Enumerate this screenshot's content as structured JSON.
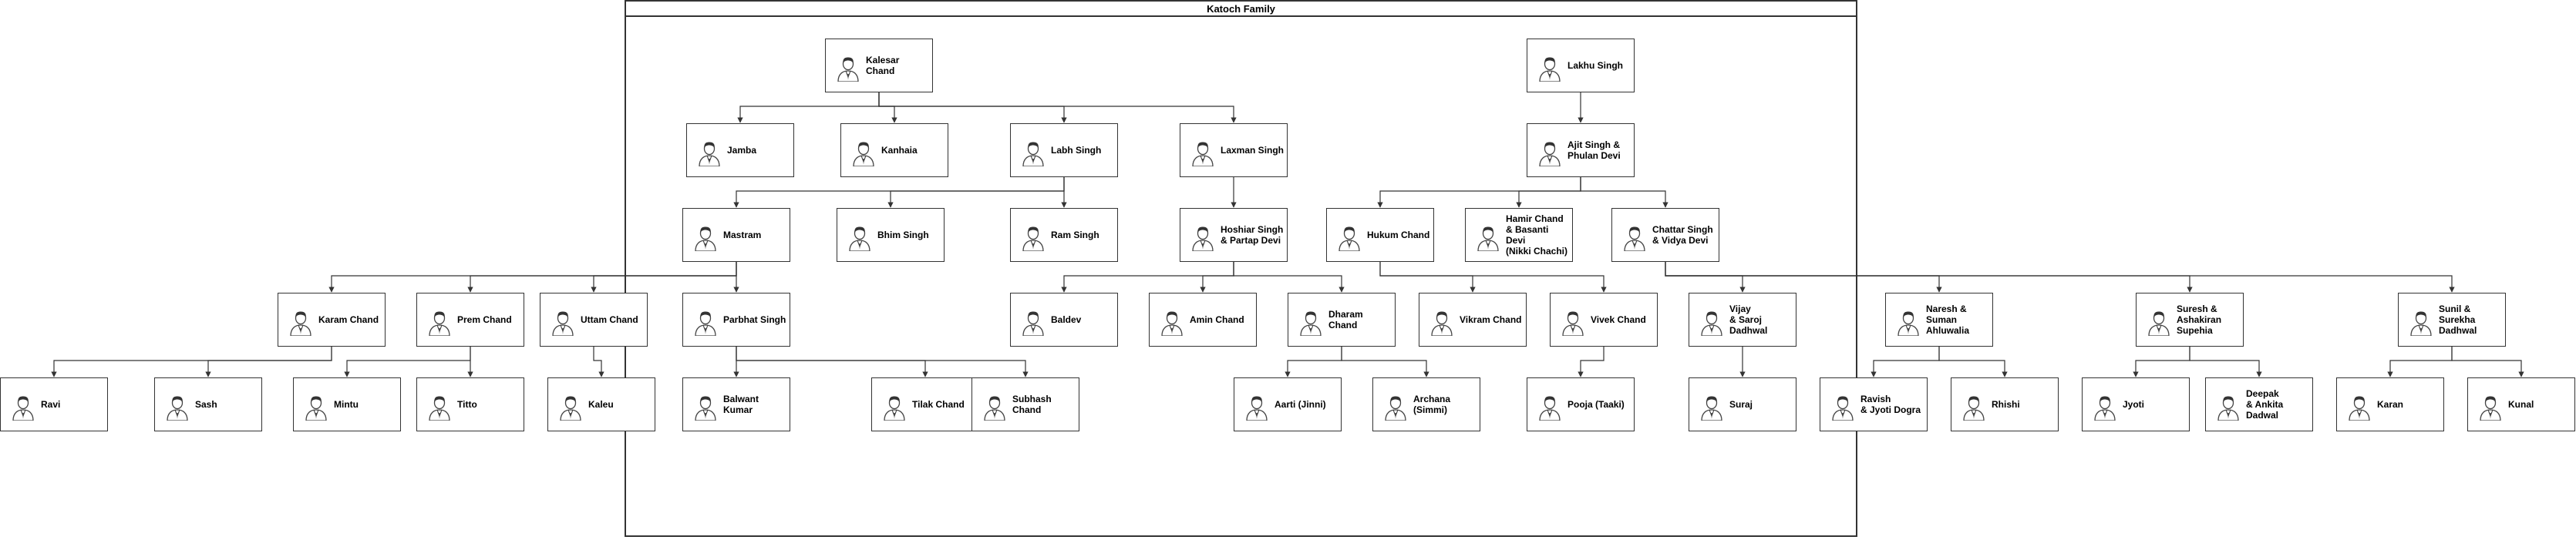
{
  "diagram": {
    "title": "Katoch Family",
    "colors": {
      "line": "#333333",
      "box_border": "#333333",
      "text": "#000000"
    },
    "avatar_icon": "person-avatar-icon",
    "people": [
      {
        "id": "kalesar",
        "name": "Kalesar Chand"
      },
      {
        "id": "lakhu",
        "name": "Lakhu Singh"
      },
      {
        "id": "jamba",
        "name": "Jamba"
      },
      {
        "id": "kanhaia",
        "name": "Kanhaia"
      },
      {
        "id": "labh",
        "name": "Labh Singh"
      },
      {
        "id": "laxman",
        "name": "Laxman Singh"
      },
      {
        "id": "ajit",
        "name": "Ajit Singh &\nPhulan Devi"
      },
      {
        "id": "mastram",
        "name": "Mastram"
      },
      {
        "id": "bhim",
        "name": "Bhim Singh"
      },
      {
        "id": "ram",
        "name": "Ram Singh"
      },
      {
        "id": "hoshiar",
        "name": "Hoshiar Singh\n& Partap Devi"
      },
      {
        "id": "hukum",
        "name": "Hukum Chand"
      },
      {
        "id": "hamir",
        "name": "Hamir Chand\n& Basanti Devi\n(Nikki Chachi)"
      },
      {
        "id": "chattar",
        "name": "Chattar Singh\n& Vidya Devi"
      },
      {
        "id": "karam",
        "name": "Karam Chand"
      },
      {
        "id": "prem",
        "name": "Prem Chand"
      },
      {
        "id": "uttam",
        "name": "Uttam Chand"
      },
      {
        "id": "parbhat",
        "name": "Parbhat Singh"
      },
      {
        "id": "baldev",
        "name": "Baldev"
      },
      {
        "id": "amin",
        "name": "Amin Chand"
      },
      {
        "id": "dharam",
        "name": "Dharam Chand"
      },
      {
        "id": "vikram",
        "name": "Vikram Chand"
      },
      {
        "id": "vivek",
        "name": "Vivek Chand"
      },
      {
        "id": "vijay",
        "name": "Vijay\n& Saroj\nDadhwal"
      },
      {
        "id": "naresh",
        "name": "Naresh &\nSuman\nAhluwalia"
      },
      {
        "id": "suresh",
        "name": "Suresh &\nAshakiran\nSupehia"
      },
      {
        "id": "sunil",
        "name": "Sunil &\nSurekha\nDadhwal"
      },
      {
        "id": "ravi",
        "name": "Ravi"
      },
      {
        "id": "sash",
        "name": "Sash"
      },
      {
        "id": "mintu",
        "name": "Mintu"
      },
      {
        "id": "titto",
        "name": "Titto"
      },
      {
        "id": "kaleu",
        "name": "Kaleu"
      },
      {
        "id": "balwant",
        "name": "Balwant\nKumar"
      },
      {
        "id": "tilak",
        "name": "Tilak Chand"
      },
      {
        "id": "subhash",
        "name": "Subhash\nChand"
      },
      {
        "id": "aarti",
        "name": "Aarti (Jinni)"
      },
      {
        "id": "archana",
        "name": "Archana\n(Simmi)"
      },
      {
        "id": "pooja",
        "name": "Pooja (Taaki)"
      },
      {
        "id": "suraj",
        "name": "Suraj"
      },
      {
        "id": "ravish",
        "name": "Ravish\n& Jyoti Dogra"
      },
      {
        "id": "rhishi",
        "name": "Rhishi"
      },
      {
        "id": "jyoti",
        "name": "Jyoti"
      },
      {
        "id": "deepak",
        "name": "Deepak\n& Ankita\nDadwal"
      },
      {
        "id": "karan",
        "name": "Karan"
      },
      {
        "id": "kunal",
        "name": "Kunal"
      }
    ],
    "relations": [
      {
        "parent": "kalesar",
        "children": [
          "jamba",
          "kanhaia",
          "labh",
          "laxman"
        ]
      },
      {
        "parent": "lakhu",
        "children": [
          "ajit"
        ]
      },
      {
        "parent": "labh",
        "children": [
          "mastram",
          "bhim",
          "ram"
        ]
      },
      {
        "parent": "laxman",
        "children": [
          "hoshiar"
        ]
      },
      {
        "parent": "ajit",
        "children": [
          "hukum",
          "hamir",
          "chattar"
        ]
      },
      {
        "parent": "mastram",
        "children": [
          "karam",
          "prem",
          "uttam",
          "parbhat"
        ]
      },
      {
        "parent": "hoshiar",
        "children": [
          "baldev",
          "amin",
          "dharam"
        ]
      },
      {
        "parent": "hukum",
        "children": [
          "vikram",
          "vivek"
        ]
      },
      {
        "parent": "chattar",
        "children": [
          "vijay",
          "naresh",
          "suresh",
          "sunil"
        ]
      },
      {
        "parent": "karam",
        "children": [
          "ravi",
          "sash"
        ]
      },
      {
        "parent": "prem",
        "children": [
          "mintu",
          "titto"
        ]
      },
      {
        "parent": "uttam",
        "children": [
          "kaleu"
        ]
      },
      {
        "parent": "parbhat",
        "children": [
          "balwant",
          "tilak",
          "subhash"
        ]
      },
      {
        "parent": "dharam",
        "children": [
          "aarti",
          "archana"
        ]
      },
      {
        "parent": "vivek",
        "children": [
          "pooja"
        ]
      },
      {
        "parent": "vijay",
        "children": [
          "suraj"
        ]
      },
      {
        "parent": "naresh",
        "children": [
          "ravish",
          "rhishi"
        ]
      },
      {
        "parent": "suresh",
        "children": [
          "jyoti",
          "deepak"
        ]
      },
      {
        "parent": "sunil",
        "children": [
          "karan",
          "kunal"
        ]
      }
    ]
  }
}
